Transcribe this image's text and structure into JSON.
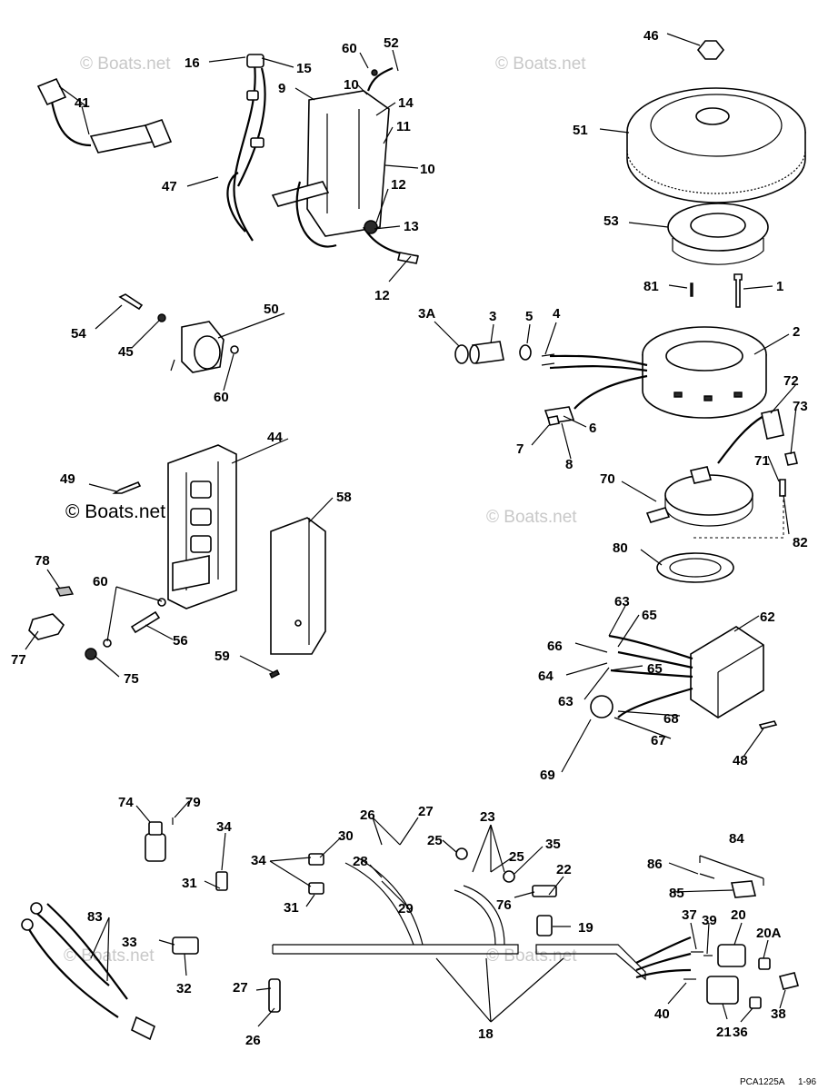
{
  "watermark": {
    "text": "© Boats.net",
    "copies": [
      "© Boats.net",
      "© Boats.net",
      "© Boats.net",
      "© Boats.net",
      "© Boats.net",
      "© Boats.net"
    ]
  },
  "footer": {
    "code": "PCA1225A",
    "date": "1-96"
  },
  "labels": {
    "l1": "1",
    "l2": "2",
    "l3": "3",
    "l3a": "3A",
    "l4": "4",
    "l5": "5",
    "l6": "6",
    "l7": "7",
    "l8": "8",
    "l9": "9",
    "l10a": "10",
    "l10b": "10",
    "l11": "11",
    "l12a": "12",
    "l12b": "12",
    "l13": "13",
    "l14": "14",
    "l15": "15",
    "l16": "16",
    "l18": "18",
    "l19": "19",
    "l20": "20",
    "l20a": "20A",
    "l21": "21",
    "l22": "22",
    "l23": "23",
    "l25a": "25",
    "l25b": "25",
    "l26a": "26",
    "l26b": "26",
    "l27a": "27",
    "l27b": "27",
    "l28": "28",
    "l29": "29",
    "l30": "30",
    "l31a": "31",
    "l31b": "31",
    "l32": "32",
    "l33": "33",
    "l34a": "34",
    "l34b": "34",
    "l35": "35",
    "l36": "36",
    "l37": "37",
    "l38": "38",
    "l39": "39",
    "l40": "40",
    "l41": "41",
    "l44": "44",
    "l45": "45",
    "l46": "46",
    "l47": "47",
    "l48": "48",
    "l49": "49",
    "l50": "50",
    "l51": "51",
    "l52": "52",
    "l53": "53",
    "l54": "54",
    "l56": "56",
    "l58": "58",
    "l59": "59",
    "l60a": "60",
    "l60b": "60",
    "l60c": "60",
    "l62": "62",
    "l63a": "63",
    "l63b": "63",
    "l64": "64",
    "l65a": "65",
    "l65b": "65",
    "l66": "66",
    "l67": "67",
    "l68": "68",
    "l69": "69",
    "l70": "70",
    "l71": "71",
    "l72": "72",
    "l73": "73",
    "l74": "74",
    "l75": "75",
    "l76": "76",
    "l77": "77",
    "l78": "78",
    "l79": "79",
    "l80": "80",
    "l81": "81",
    "l82": "82",
    "l83": "83",
    "l84": "84",
    "l85": "85",
    "l86": "86"
  }
}
